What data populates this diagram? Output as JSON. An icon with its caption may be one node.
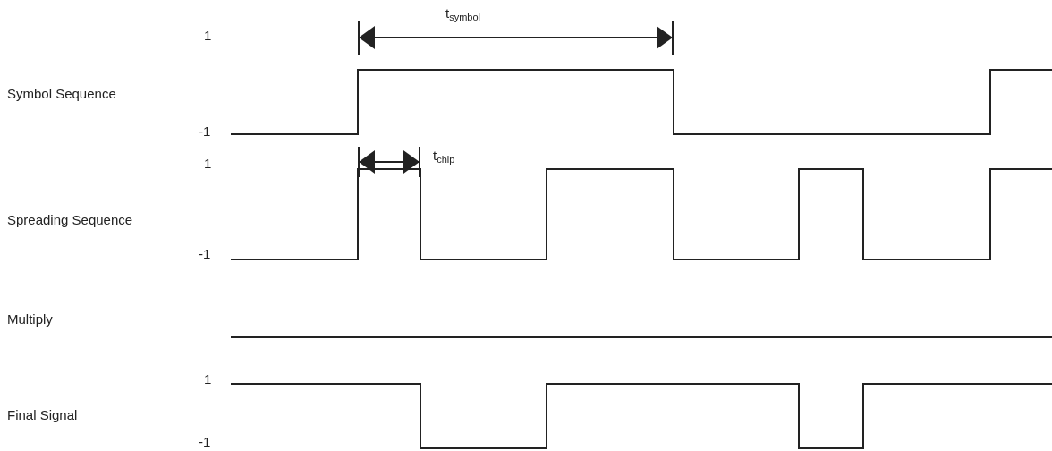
{
  "diagram": {
    "labels": [
      "t$_{symbol}$",
      "1",
      "Symbol Sequence",
      "-1",
      "t$_{chip}$",
      "1",
      "Spreading Sequence",
      "-1",
      "Multiply",
      "1",
      "Final Signal",
      "-1"
    ]
  }
}
